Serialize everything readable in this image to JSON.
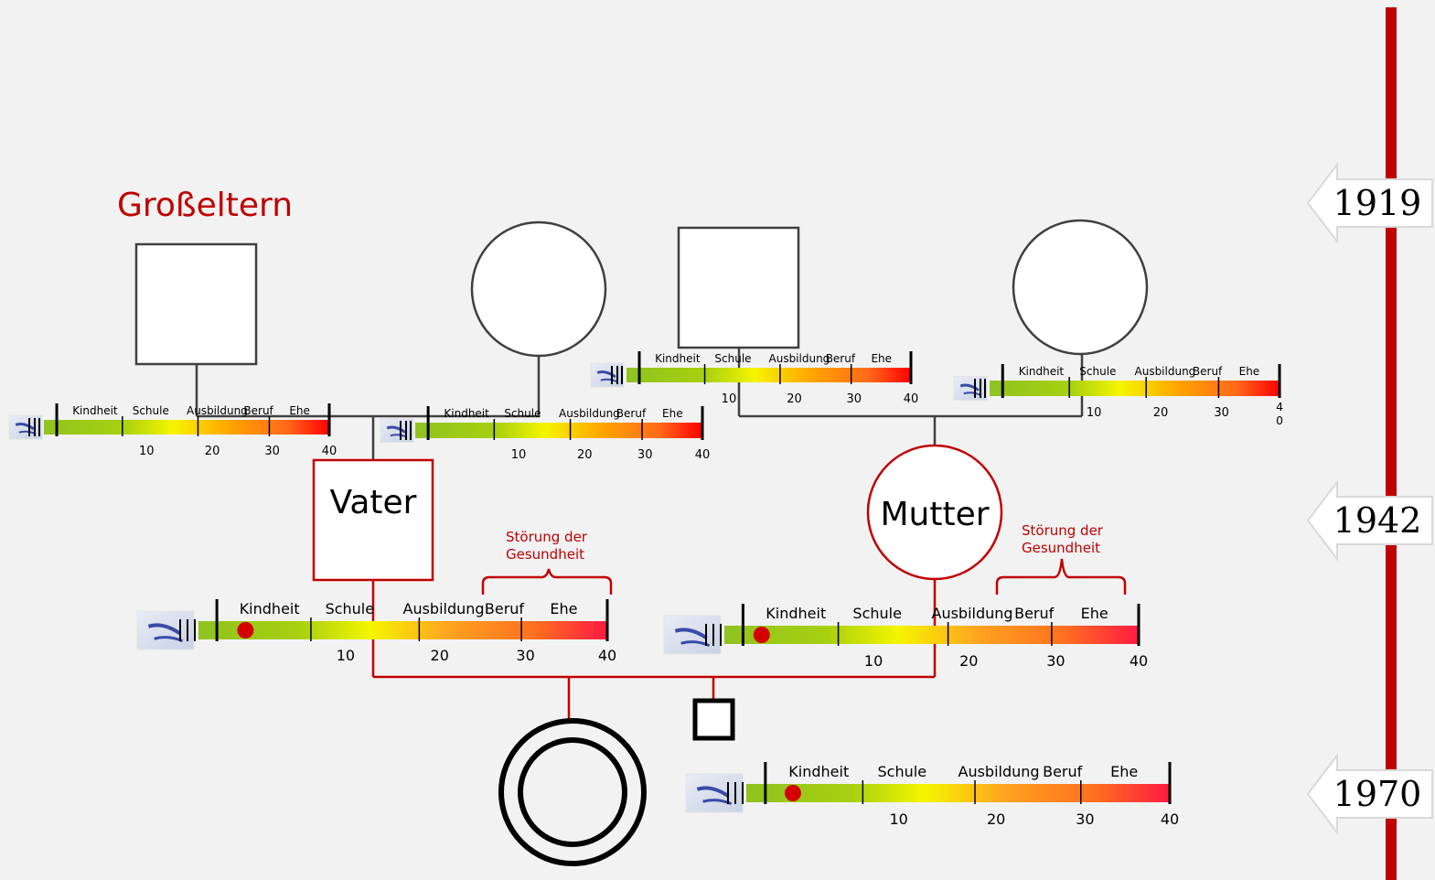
{
  "title": "Großeltern",
  "colors": {
    "accent": "#c00000",
    "line": "#404040",
    "bar_start": "#8fc31f",
    "bar_mid": "#f5f500",
    "bar_orange": "#ff9900",
    "bar_end": "#ff0000",
    "marker": "#d40000"
  },
  "timeline": {
    "years": [
      "1919",
      "1942",
      "1970"
    ]
  },
  "persons": {
    "vater": {
      "label": "Vater"
    },
    "mutter": {
      "label": "Mutter"
    }
  },
  "life_bar": {
    "phases": [
      "Kindheit",
      "Schule",
      "Ausbildung",
      "Beruf",
      "Ehe"
    ],
    "ages": [
      "10",
      "20",
      "30",
      "40"
    ]
  },
  "annotations": {
    "vater_health": [
      "Störung der",
      "Gesundheit"
    ],
    "mutter_health": [
      "Störung der",
      "Gesundheit"
    ]
  },
  "icons": [
    "bar-thumbnail-icon",
    "tally-icon",
    "year-arrow-icon"
  ]
}
